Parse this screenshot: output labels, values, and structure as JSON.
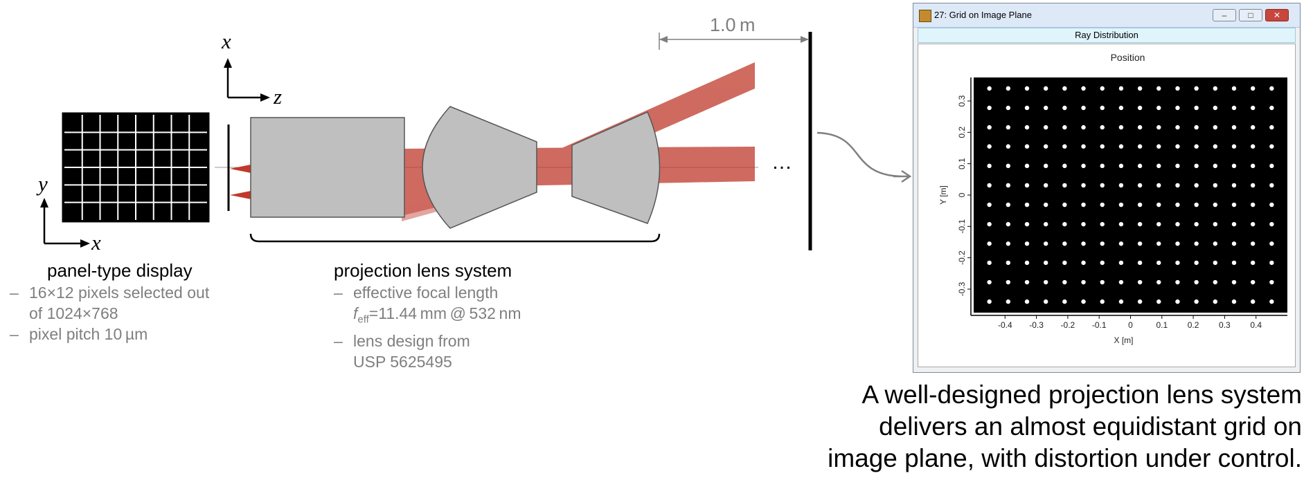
{
  "diagram": {
    "axes_labels": {
      "x_top": "x",
      "z": "z",
      "y": "y",
      "x_bottom": "x"
    },
    "distance_label": "1.0 m",
    "ellipsis": "…",
    "display": {
      "title": "panel-type display",
      "bullets": [
        "16×12 pixels selected out",
        "of 1024×768",
        "pixel pitch 10 µm"
      ]
    },
    "lens": {
      "title": "projection lens system",
      "bullets": [
        "effective focal length",
        "=11.44 mm @ 532 nm",
        "lens design from",
        "USP 5625495"
      ],
      "focal_symbol": "f",
      "focal_subscript": "eff"
    },
    "caption": [
      "A well-designed projection lens system",
      "delivers an almost equidistant grid on",
      "image plane, with distortion under control."
    ],
    "colors": {
      "beam": "#c0392b",
      "lens_fill": "#bfbfbf",
      "gray_text": "#7f7f7f"
    }
  },
  "window": {
    "title": "27: Grid on Image Plane",
    "tab_label": "Ray Distribution",
    "buttons": {
      "minimize": "–",
      "maximize": "□",
      "close": "✕"
    }
  },
  "chart_data": {
    "type": "scatter",
    "title": "Position",
    "xlabel": "X [m]",
    "ylabel": "Y [m]",
    "xlim": [
      -0.5,
      0.5
    ],
    "ylim": [
      -0.375,
      0.375
    ],
    "xticks": [
      -0.4,
      -0.3,
      -0.2,
      -0.1,
      0,
      0.1,
      0.2,
      0.3,
      0.4
    ],
    "yticks": [
      -0.3,
      -0.2,
      -0.1,
      0,
      0.1,
      0.2,
      0.3
    ],
    "grid": false,
    "background": "#000000",
    "point_color": "#ffffff",
    "x_values": [
      -0.45,
      -0.39,
      -0.33,
      -0.27,
      -0.21,
      -0.15,
      -0.09,
      -0.03,
      0.03,
      0.09,
      0.15,
      0.21,
      0.27,
      0.33,
      0.39,
      0.45
    ],
    "y_values": [
      -0.34,
      -0.278,
      -0.216,
      -0.155,
      -0.093,
      -0.031,
      0.031,
      0.093,
      0.155,
      0.216,
      0.278,
      0.34
    ]
  }
}
